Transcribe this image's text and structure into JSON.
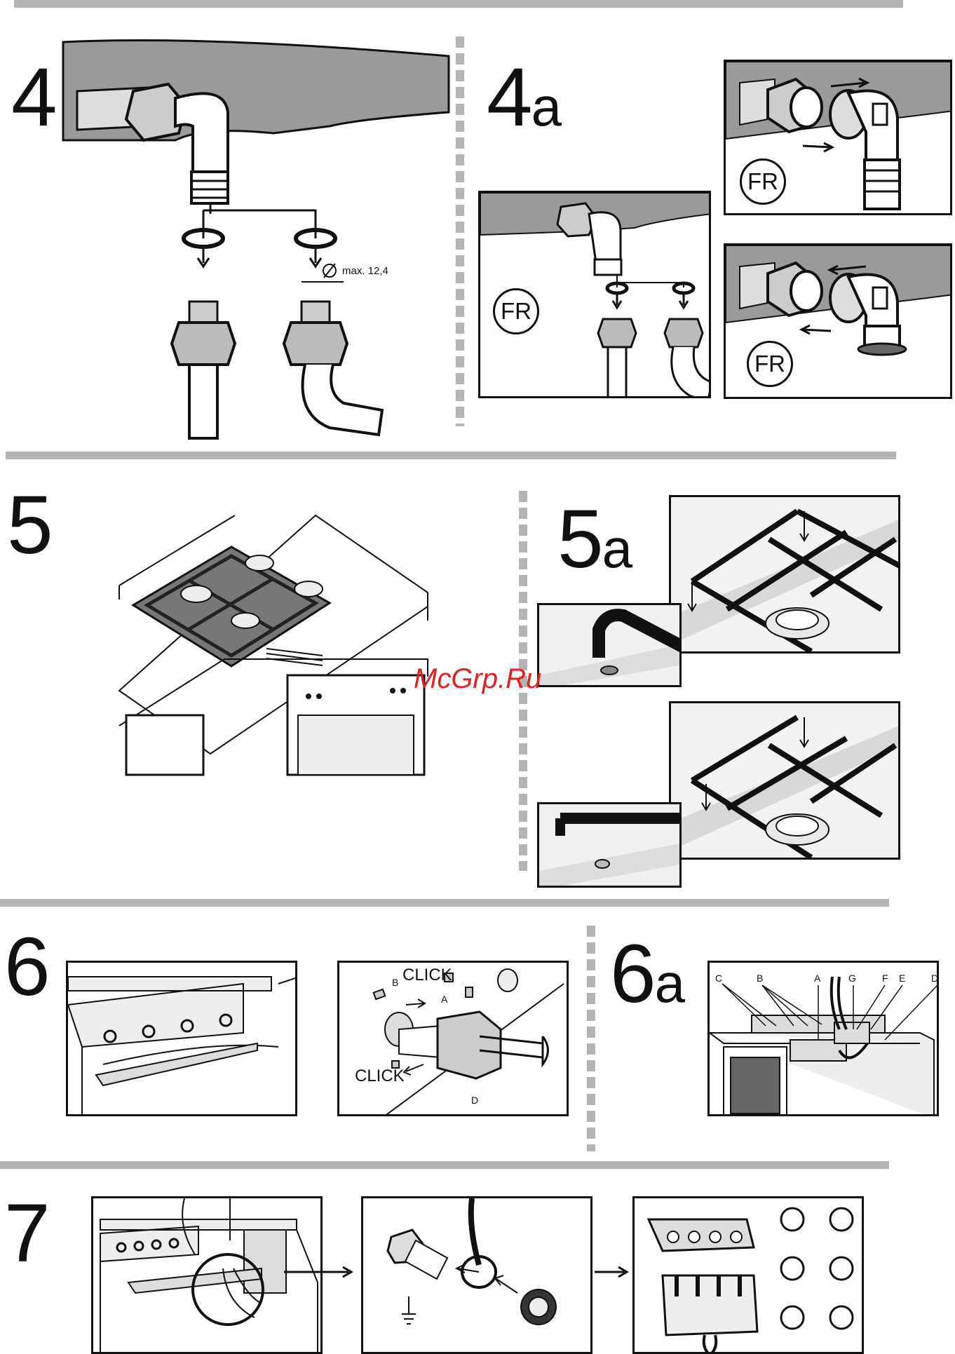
{
  "steps": {
    "s4": "4",
    "s4a_num": "4",
    "s4a_sub": "a",
    "s5": "5",
    "s5a_num": "5",
    "s5a_sub": "a",
    "s6": "6",
    "s6a_num": "6",
    "s6a_sub": "a",
    "s7": "7"
  },
  "fr_badge": "FR",
  "diameter_note": "max. 12,4",
  "click_label": "CLICK",
  "part_labels": {
    "A": "A",
    "B": "B",
    "C": "C",
    "D": "D",
    "E": "E",
    "F": "F",
    "G": "G"
  },
  "watermark": "McGrp.Ru",
  "colors": {
    "divider": "#b3b3b3",
    "metal": "#9a9a9a",
    "dark": "#4a4a4a",
    "watermark": "#d22222"
  }
}
